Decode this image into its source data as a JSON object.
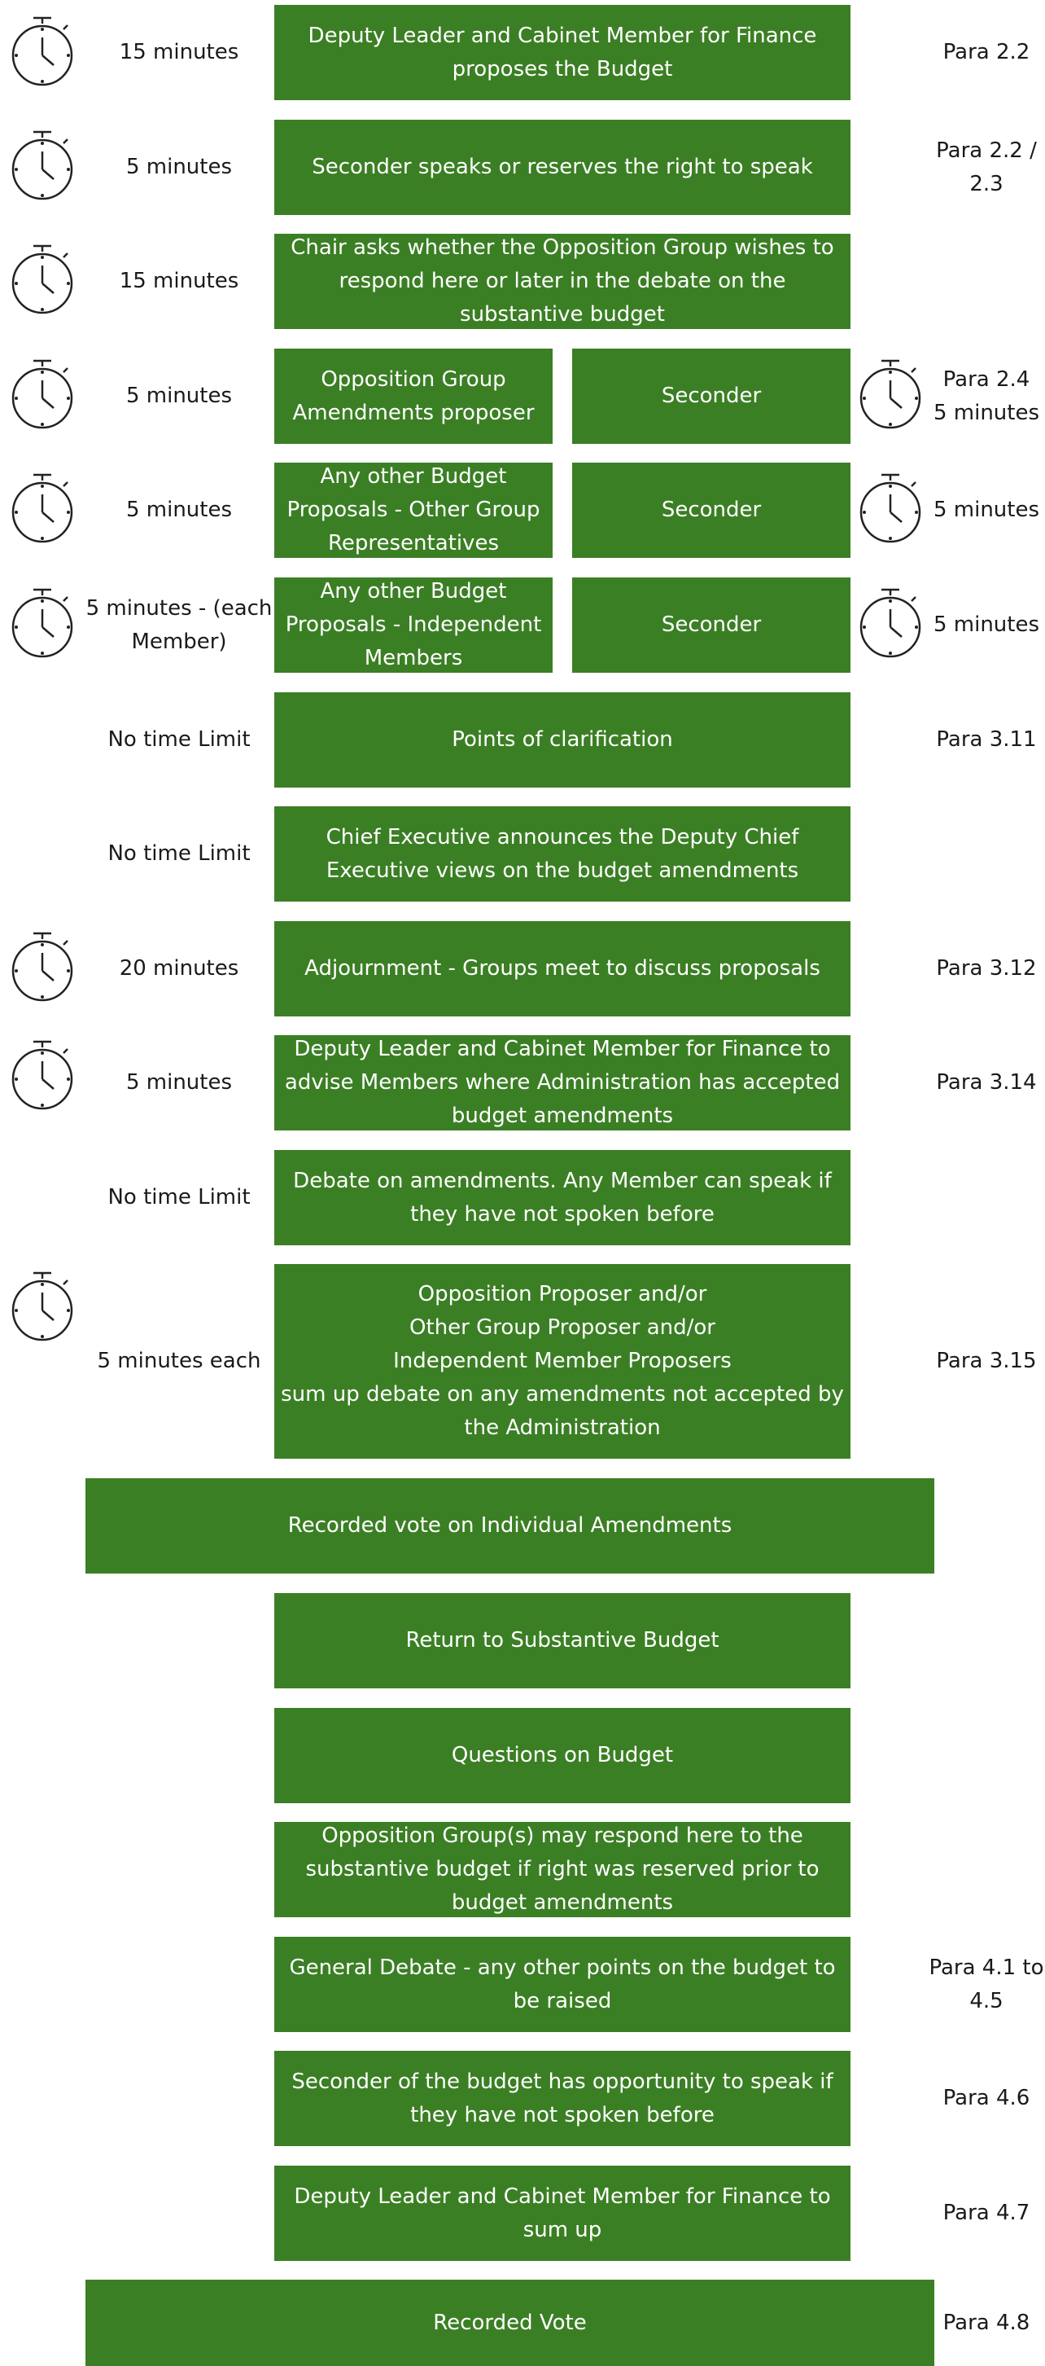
{
  "flow": {
    "r1": {
      "time": "15 minutes",
      "step": "Deputy Leader and Cabinet Member for Finance proposes the Budget",
      "para": "Para 2.2"
    },
    "r2": {
      "time": "5 minutes",
      "step": "Seconder speaks or reserves the right to speak",
      "para": "Para 2.2 /\n2.3"
    },
    "r3": {
      "time": "15 minutes",
      "step": "Chair asks whether the Opposition Group wishes to respond here or later in the debate on the substantive budget"
    },
    "r4": {
      "time": "5 minutes",
      "step": "Opposition Group Amendments proposer",
      "seconder": "Seconder",
      "para": "Para 2.4\n5 minutes"
    },
    "r5": {
      "time": "5 minutes",
      "step": "Any other Budget Proposals - Other Group Representatives",
      "seconder": "Seconder",
      "para": "5 minutes"
    },
    "r6": {
      "time": "5 minutes - (each Member)",
      "step": "Any other Budget Proposals - Independent Members",
      "seconder": "Seconder",
      "para": "5 minutes"
    },
    "r7": {
      "time": "No time Limit",
      "step": "Points of clarification",
      "para": "Para 3.11"
    },
    "r8": {
      "time": "No time Limit",
      "step": "Chief Executive announces the Deputy Chief Executive views on the budget amendments"
    },
    "r9": {
      "time": "20 minutes",
      "step": "Adjournment - Groups meet to discuss proposals",
      "para": "Para 3.12"
    },
    "r10": {
      "time": "5 minutes",
      "step": "Deputy Leader and Cabinet Member for Finance to advise Members where Administration has accepted budget amendments",
      "para": "Para 3.14"
    },
    "r11": {
      "time": "No time Limit",
      "step": "Debate on amendments. Any Member can speak if they have not spoken before"
    },
    "r12": {
      "time": "5 minutes each",
      "step": "Opposition Proposer and/or\nOther Group Proposer and/or\nIndependent Member Proposers\nsum up debate on any amendments not accepted by the Administration",
      "para": "Para 3.15"
    },
    "r13": {
      "step": "Recorded vote on Individual Amendments"
    },
    "r14": {
      "step": "Return to Substantive Budget"
    },
    "r15": {
      "step": "Questions on Budget"
    },
    "r16": {
      "step": "Opposition Group(s) may respond here to the substantive budget if right was reserved prior to budget amendments"
    },
    "r17": {
      "step": "General Debate - any other points on the budget to be raised",
      "para": "Para 4.1 to\n4.5"
    },
    "r18": {
      "step": "Seconder of the budget has opportunity to speak if they have not spoken before",
      "para": "Para 4.6"
    },
    "r19": {
      "step": "Deputy Leader and Cabinet Member for Finance to sum up",
      "para": "Para 4.7"
    },
    "r20": {
      "step": "Recorded Vote",
      "para": "Para 4.8"
    }
  },
  "icons": {
    "timer": "stopwatch-icon"
  },
  "colors": {
    "box_fill": "#3b7f24",
    "box_text": "#ffffff",
    "text": "#1a1a1a"
  }
}
